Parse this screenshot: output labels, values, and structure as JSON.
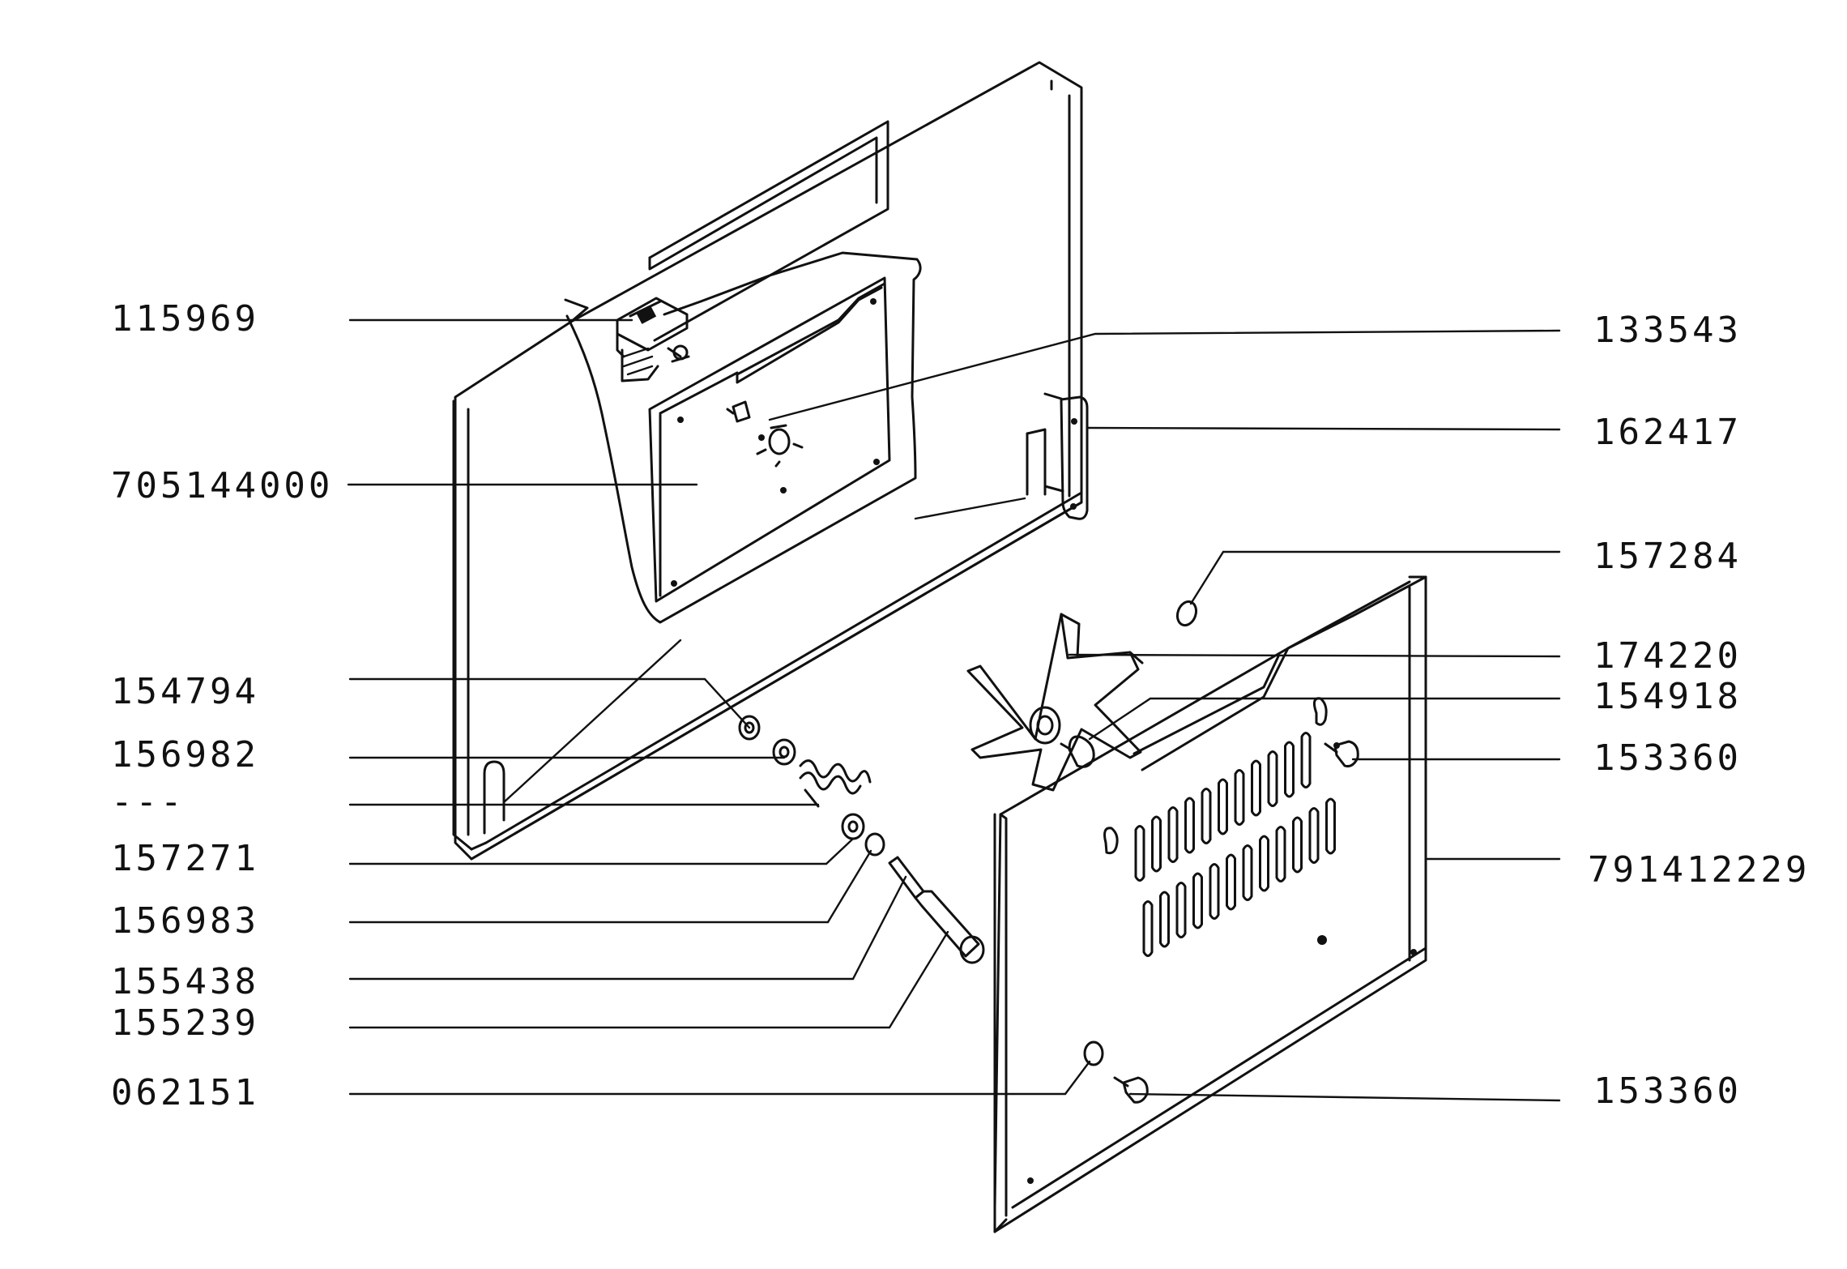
{
  "labels_left": [
    "115969",
    "705144000",
    "154794",
    "156982",
    "---",
    "157271",
    "156983",
    "155438",
    "155239",
    "062151"
  ],
  "labels_right": [
    "133543",
    "162417",
    "157284",
    "174220",
    "154918",
    "153360",
    "791412229",
    "153360"
  ],
  "colors": {
    "ink": "#111111",
    "paper": "#ffffff"
  },
  "icons": [
    "fan-blade-icon",
    "spring-icon",
    "washer-icon",
    "switch-icon",
    "shaft-icon",
    "screw-icon"
  ]
}
